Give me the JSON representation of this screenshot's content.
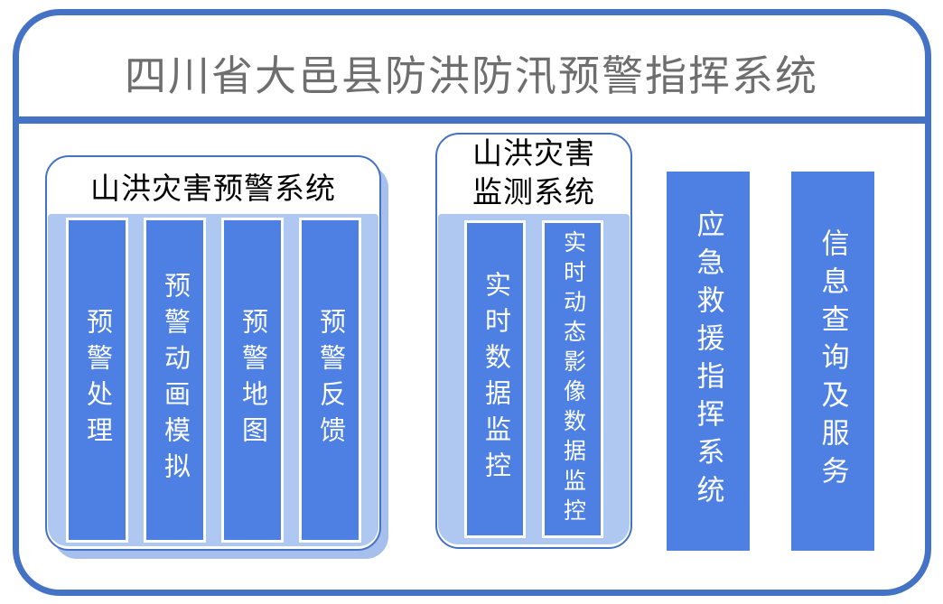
{
  "page": {
    "title": "四川省大邑县防洪防汛预警指挥系统"
  },
  "groups": [
    {
      "title": "山洪灾害预警系统",
      "bars": [
        {
          "label": "预警处理"
        },
        {
          "label": "预警动画模拟"
        },
        {
          "label": "预警地图"
        },
        {
          "label": "预警反馈"
        }
      ]
    },
    {
      "title": "山洪灾害监测系统",
      "bars": [
        {
          "label": "实时数据监控"
        },
        {
          "label": "实时动态影像数据监控"
        }
      ]
    }
  ],
  "standalone_bars": [
    {
      "label": "应急救援指挥系统"
    },
    {
      "label": "信息查询及服务"
    }
  ],
  "colors": {
    "frame_blue": "#4472c4",
    "bar_blue": "#4d80e2",
    "panel_light_blue": "#aec8f2",
    "group_shadow_blue": "#a6bfec",
    "main_title_gray": "#6e6e6e",
    "group_title_text": "#000000",
    "bar_text": "#ffffff",
    "background": "#ffffff"
  }
}
